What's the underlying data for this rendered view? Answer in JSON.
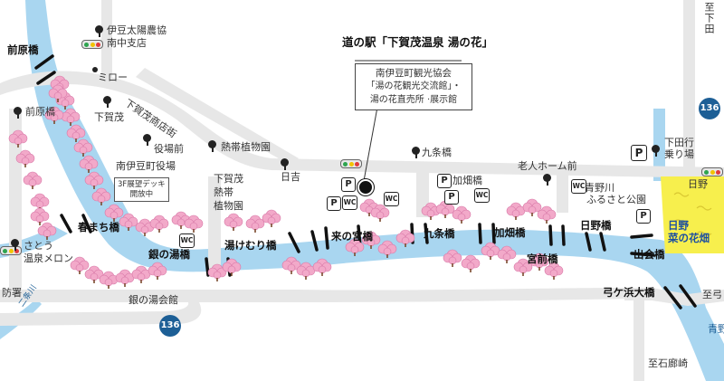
{
  "map_title": "道の駅「下賀茂温泉 湯の花」",
  "callout": {
    "org": "南伊豆町観光協会",
    "line1": "「湯の花観光交流館」・",
    "line2": "湯の花直売所 ·展示館"
  },
  "route_number": "136",
  "labels": {
    "ja_bank": "伊豆太陽農協",
    "ja_branch": "南中支店",
    "maebara_bridge_top": "前原橋",
    "miro": "ミロー",
    "shimogamo": "下賀茂",
    "shopping_street": "下賀茂商店街",
    "maebara_bridge_left": "前原橋",
    "yakuba_mae": "役場前",
    "town_office": "南伊豆町役場",
    "tropical_garden_top": "熱帯植物園",
    "deck_line1": "3F展望デッキ",
    "deck_line2": "開放中",
    "tropical_line1": "下賀",
    "tropical_line2": "茂",
    "tropical_line3": "熱帯",
    "tropical_line4": "植物園",
    "kujo_top": "九条橋",
    "kabata_top": "加畑橋",
    "elderly_home": "老人ホーム前",
    "shimoda_bound1": "下田行",
    "shimoda_bound2": "乗り場",
    "hino_top": "日野",
    "aono_park1": "青野川",
    "aono_park2": "ふるさと公園",
    "shrine": "日吉",
    "top_right_town": "至下田",
    "tofu": "至",
    "harumachi": "春まち橋",
    "ginnoyu": "銀の湯橋",
    "yukemuri": "湯けむり橋",
    "kinomiya": "来の宮橋",
    "kujo": "九条橋",
    "kabata": "加畑橋",
    "miyamae": "宮前橋",
    "hino_bridge": "日野橋",
    "deai": "出会橋",
    "yumigahama": "弓ケ浜大橋",
    "hino_field1": "日野",
    "hino_field2": "菜の花畑",
    "hino_field_top": "日野",
    "satou1": "さとう",
    "satou2": "温泉メロン",
    "bousho": "防署",
    "ginnoyu_hall": "銀の湯会館",
    "to_yumi": "至弓",
    "to_aono": "青野",
    "to_ishiro": "至石廊崎",
    "bottom_left_river": "二条川"
  },
  "icons": {
    "parking": "parking-icon",
    "wc": "wc-icon",
    "signal": "traffic-signal-icon",
    "bus": "bus-stop-icon",
    "blossom": "cherry-blossom-icon",
    "station": "roadside-station-icon"
  },
  "colors": {
    "river": "#a9d6f0",
    "road": "#e7e7e7",
    "blossom": "#f2a9c9",
    "rapeseed": "#f7ef4d",
    "route_shield": "#1d5f96"
  }
}
